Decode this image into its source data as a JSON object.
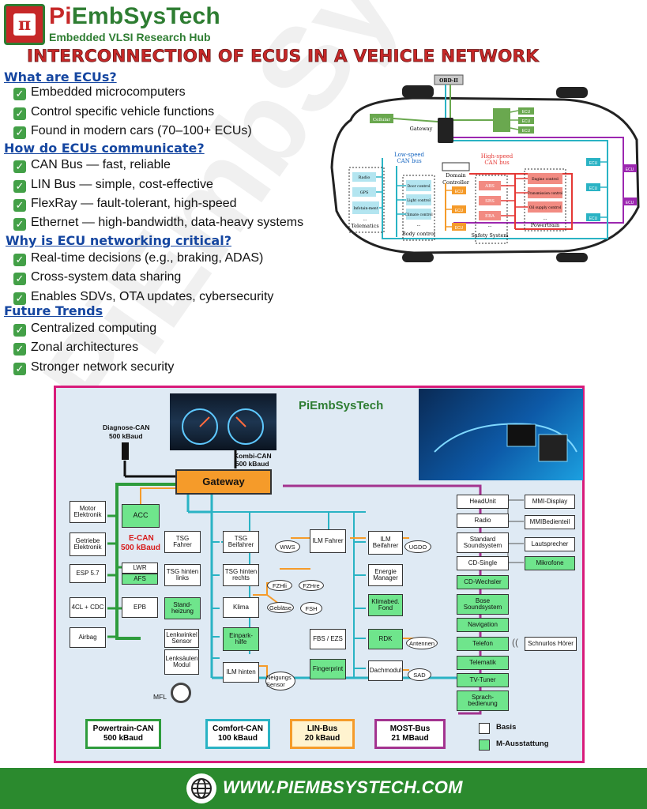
{
  "header": {
    "brand_prefix": "Pi",
    "brand_suffix": "EmbSysTech",
    "tagline": "Embedded VLSI Research Hub",
    "logo_symbol": "π",
    "title": "INTERCONNECTION OF ECUS IN A VEHICLE NETWORK"
  },
  "sections": [
    {
      "heading": "What are ECUs?",
      "items": [
        "Embedded microcomputers",
        "Control specific vehicle functions",
        "Found in modern cars (70–100+ ECUs)"
      ]
    },
    {
      "heading": "How do ECUs communicate?",
      "items": [
        "CAN Bus — fast, reliable",
        "LIN Bus — simple, cost-effective",
        "FlexRay — fault-tolerant, high-speed",
        "Ethernet — high-bandwidth, data-heavy systems"
      ]
    },
    {
      "heading": "Why is ECU networking critical?",
      "items": [
        "Real-time decisions (e.g., braking, ADAS)",
        "Cross-system data sharing",
        "Enables SDVs, OTA updates, cybersecurity"
      ]
    },
    {
      "heading": "Future Trends",
      "items": [
        "Centralized computing",
        "Zonal architectures",
        "Stronger network security"
      ]
    }
  ],
  "check_glyph": "✓",
  "car_diagram": {
    "obd": "OBD-II",
    "cellular": "Cellular",
    "gateway": "Gateway",
    "ecu": "ECU",
    "low_speed": "Low-speed",
    "can_bus": "CAN bus",
    "high_speed": "High-speed",
    "telematics": [
      "Radio",
      "GPS",
      "Infotain-ment",
      "...",
      "Telematics"
    ],
    "body": [
      "Door control",
      "Light control",
      "Climate control",
      "...",
      "Body control"
    ],
    "domain": [
      "Domain",
      "Controller"
    ],
    "safety": [
      "ABS",
      "SRS",
      "EBA",
      "...",
      "Safety System"
    ],
    "powertrain": [
      "Engine control",
      "Transmission control",
      "Oil supply control",
      "...",
      "Powertrain"
    ]
  },
  "net_diagram": {
    "title": "PiEmbSysTech",
    "diag_can": [
      "Diagnose-CAN",
      "500 kBaud"
    ],
    "kombi_can": [
      "Kombi-CAN",
      "500 kBaud"
    ],
    "gateway": "Gateway",
    "left_col": [
      "Motor Elektronik",
      "Getriebe Elektronik",
      "ESP 5.7",
      "4CL + CDC",
      "Airbag"
    ],
    "acc": "ACC",
    "ecan": [
      "E-CAN",
      "500 kBaud"
    ],
    "lwr": "LWR",
    "afs": "AFS",
    "epb": "EPB",
    "tsg_f": "TSG Fahrer",
    "tsg_hl": "TSG hinten links",
    "standheizung": "Stand-heizung",
    "lenk": "Lenkwinkel Sensor",
    "lenks": "Lenksäulen Modul",
    "mfl": "MFL",
    "tsg_b": "TSG Beifahrer",
    "tsg_hr": "TSG hinten rechts",
    "klima": "Klima",
    "einpark": "Einpark-hilfe",
    "ilm_h": "ILM hinten",
    "neigung": "Neigungs Sensor",
    "ilm_f": "ILM Fahrer",
    "wws": "WWS",
    "fzhl": "FZHli",
    "fzhr": "FZHre",
    "geblaese": "Gebläse",
    "fsh": "FSH",
    "fbs": "FBS / EZS",
    "finger": "Fingerprint",
    "ilm_b": "ILM Beifahrer",
    "ugdo": "UGDO",
    "energie": "Energie Manager",
    "klimabed": "Klimabed. Fond",
    "rdk": "RDK",
    "antennen": "Antennen",
    "dach": "Dachmodul",
    "sad": "SAD",
    "most_col": [
      "HeadUnit",
      "Radio",
      "Standard Soundsystem",
      "CD-Single",
      "CD-Wechsler",
      "Bose Soundsystem",
      "Navigation",
      "Telefon",
      "Telematik",
      "TV-Tuner",
      "Sprach-bedienung"
    ],
    "right_col": [
      "MMI-Display",
      "MMIBedienteil",
      "Lautsprecher",
      "Mikrofone"
    ],
    "schnurlos": "Schnurlos Hörer",
    "legend": [
      {
        "name": "Powertrain-CAN",
        "rate": "500 kBaud",
        "color": "#2e9c3c"
      },
      {
        "name": "Comfort-CAN",
        "rate": "100 kBaud",
        "color": "#2ab3c4"
      },
      {
        "name": "LIN-Bus",
        "rate": "20 kBaud",
        "color": "#f59b2a"
      },
      {
        "name": "MOST-Bus",
        "rate": "21 MBaud",
        "color": "#a3338f"
      }
    ],
    "basis": "Basis",
    "mausstattung": "M-Ausstattung"
  },
  "watermark": "PiEmbSysTech",
  "footer": {
    "url": "WWW.PIEMBSYSTECH.COM"
  },
  "colors": {
    "brand_green": "#2e7d32",
    "brand_red": "#c62828",
    "heading_blue": "#1546a0",
    "footer_green": "#2b8a2e",
    "diagram_border": "#d81b7a"
  }
}
